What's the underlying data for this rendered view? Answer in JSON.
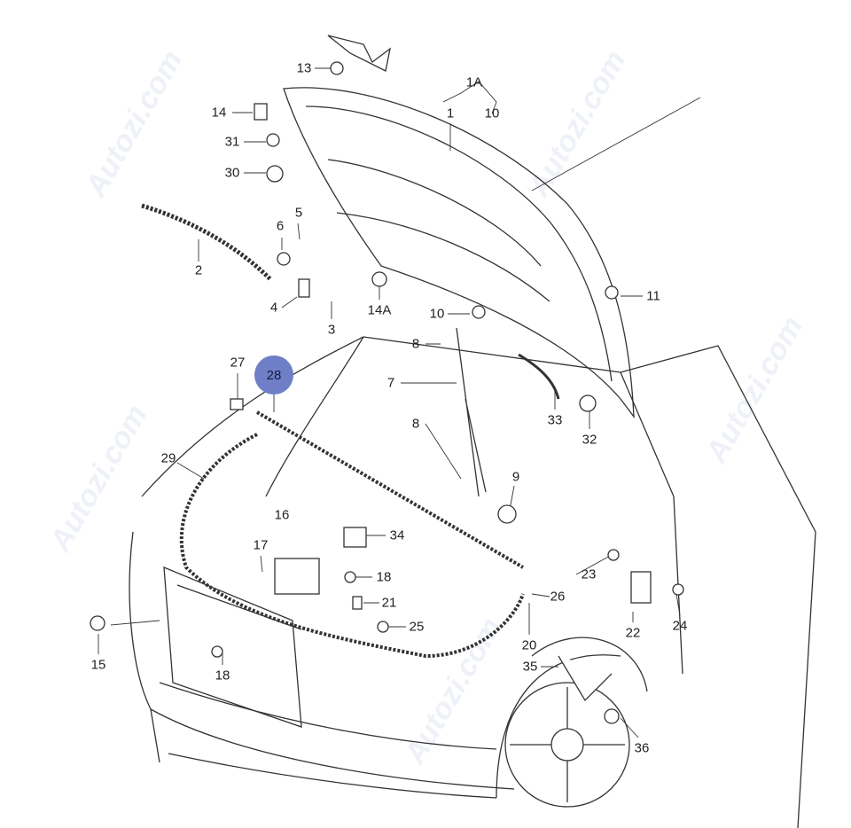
{
  "diagram": {
    "title": "Bonnet / hood parts diagram",
    "watermark": "Autozi.com",
    "highlight_color": "#6e7fc8",
    "highlighted_part": "28",
    "labels": [
      "1A",
      "1",
      "10",
      "13",
      "14",
      "31",
      "30",
      "2",
      "6",
      "5",
      "4",
      "3",
      "14A",
      "10",
      "11",
      "8",
      "7",
      "8",
      "27",
      "33",
      "32",
      "29",
      "9",
      "16",
      "34",
      "17",
      "18",
      "21",
      "25",
      "23",
      "26",
      "22",
      "24",
      "20",
      "35",
      "15",
      "18",
      "36"
    ]
  }
}
